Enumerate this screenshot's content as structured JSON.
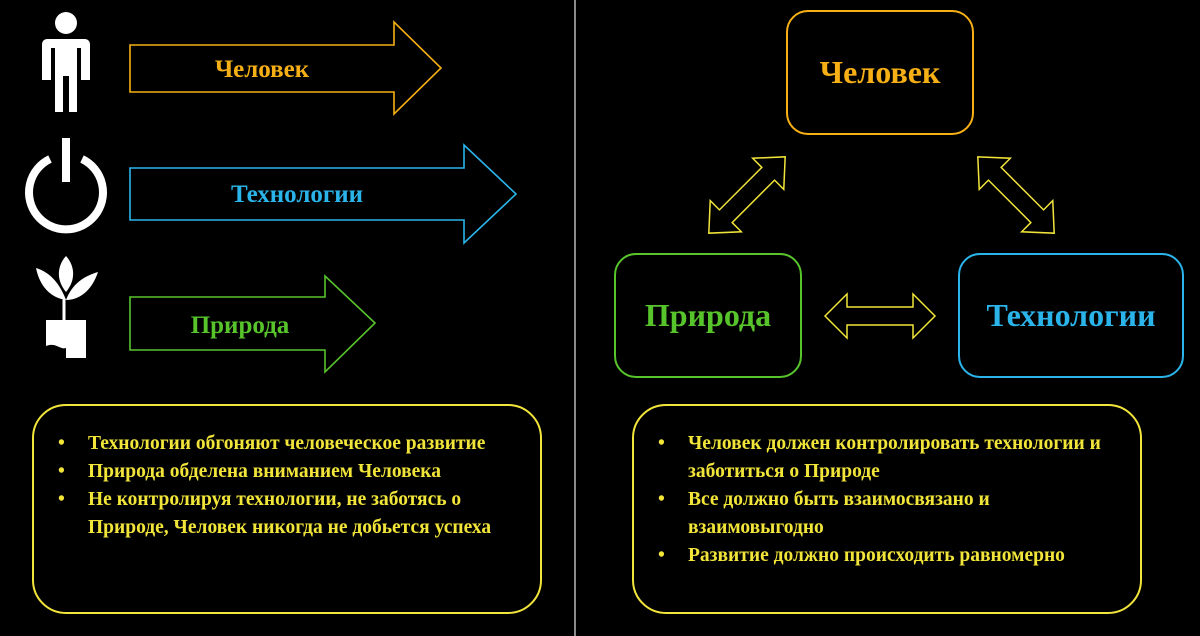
{
  "colors": {
    "background": "#000000",
    "human": "#f6b015",
    "technology": "#2bb4ea",
    "nature": "#58c42c",
    "panel": "#f2e53a"
  },
  "left": {
    "icons": [
      "person-icon",
      "power-icon",
      "plant-icon"
    ],
    "arrows": [
      {
        "label": "Человек"
      },
      {
        "label": "Технологии"
      },
      {
        "label": "Природа"
      }
    ],
    "bullets": [
      "Технологии обгоняют человеческое развитие",
      "Природа обделена вниманием Человека",
      "Не контролируя технологии, не заботясь о Природе, Человек никогда не добьется успеха"
    ]
  },
  "right": {
    "nodes": {
      "human": "Человек",
      "nature": "Природа",
      "technology": "Технологии"
    },
    "bullets": [
      "Человек должен контролировать технологии и заботиться о Природе",
      "Все должно быть взаимосвязано и взаимовыгодно",
      "Развитие должно происходить равномерно"
    ]
  }
}
